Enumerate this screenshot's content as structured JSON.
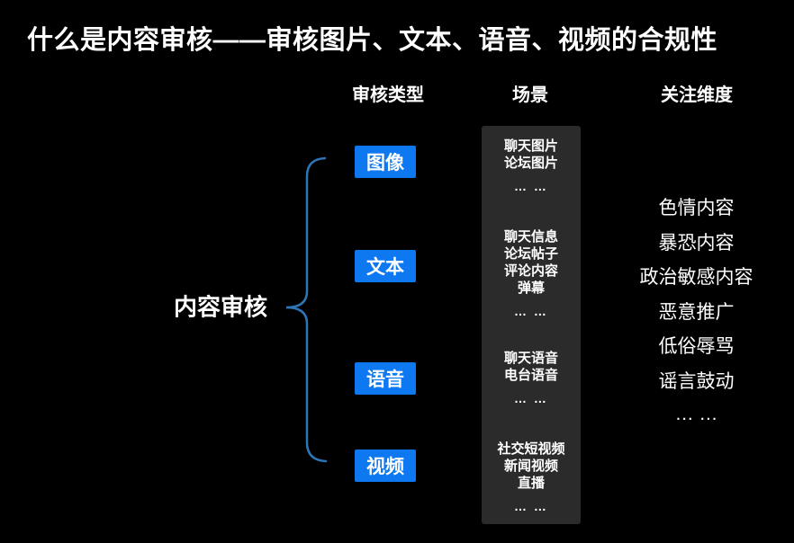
{
  "title": "什么是内容审核——审核图片、文本、语音、视频的合规性",
  "colors": {
    "background": "#000000",
    "accent_blue": "#0d78f0",
    "brace_blue": "#2e75b6",
    "panel_gray": "#2b2b2b",
    "text_white": "#ffffff"
  },
  "columns": {
    "type_header": "审核类型",
    "scene_header": "场景",
    "dimension_header": "关注维度"
  },
  "root_label": "内容审核",
  "types": [
    {
      "label": "图像"
    },
    {
      "label": "文本"
    },
    {
      "label": "语音"
    },
    {
      "label": "视频"
    }
  ],
  "scenes": {
    "sections": [
      {
        "lines": [
          "聊天图片",
          "论坛图片"
        ],
        "dots": "… …"
      },
      {
        "lines": [
          "聊天信息",
          "论坛帖子",
          "评论内容",
          "弹幕"
        ],
        "dots": "… …"
      },
      {
        "lines": [
          "聊天语音",
          "电台语音"
        ],
        "dots": "… …"
      },
      {
        "lines": [
          "社交短视频",
          "新闻视频",
          "直播"
        ],
        "dots": "… …"
      }
    ]
  },
  "dimensions": {
    "items": [
      "色情内容",
      "暴恐内容",
      "政治敏感内容",
      "恶意推广",
      "低俗辱骂",
      "谣言鼓动",
      "… …"
    ]
  }
}
